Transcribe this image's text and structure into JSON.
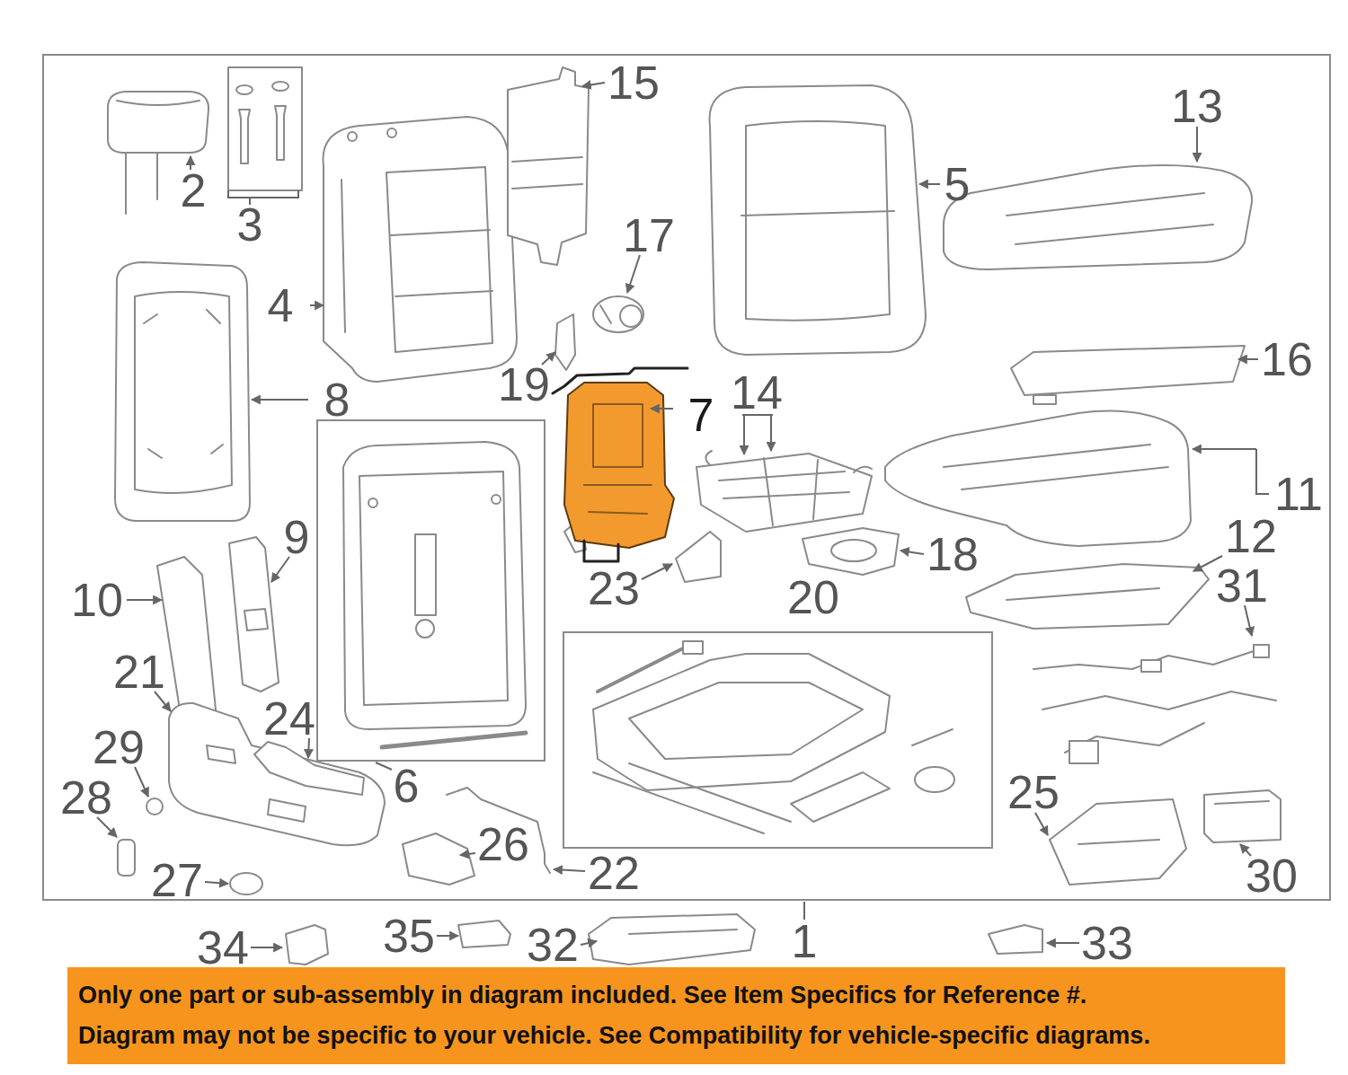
{
  "diagram": {
    "nodes": [
      {
        "text": [
          "1"
        ]
      },
      {
        "text": [
          "6"
        ],
        "in": 0
      },
      {
        "text": [
          "20"
        ],
        "in": 0
      },
      {
        "text": [
          "Only one part or sub-assembly in diagram included. See Item Specifics for Reference #.",
          "Diagram may not be specific to your vehicle. See Compatibility for vehicle-specific diagrams."
        ]
      }
    ],
    "labels": [
      "2",
      "3",
      "4",
      "5",
      "7",
      "8",
      "9",
      "10",
      "11",
      "12",
      "13",
      "14",
      "15",
      "16",
      "17",
      "18",
      "19",
      "21",
      "22",
      "23",
      "24",
      "25",
      "26",
      "27",
      "28",
      "29",
      "30",
      "31",
      "32",
      "33",
      "34",
      "35"
    ]
  }
}
